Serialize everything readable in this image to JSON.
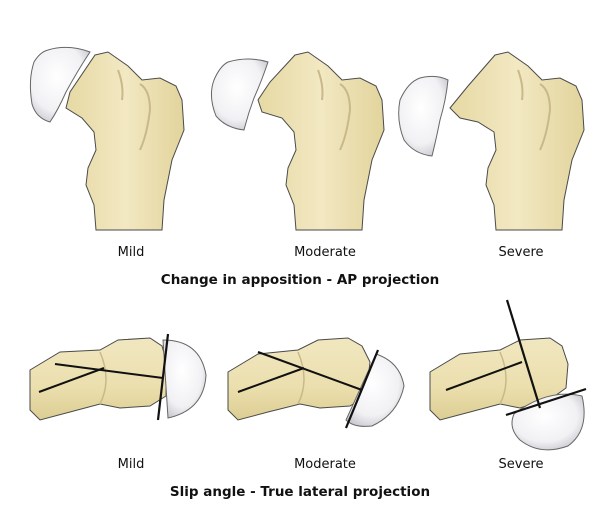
{
  "ap": {
    "labels": [
      "Mild",
      "Moderate",
      "Severe"
    ],
    "caption": "Change in apposition - AP projection"
  },
  "lateral": {
    "labels": [
      "Mild",
      "Moderate",
      "Severe"
    ],
    "caption": "Slip angle - True lateral projection"
  },
  "colors": {
    "bone": "#efe4b8",
    "bone_stroke": "#4a4a4a",
    "bone_shadow": "#dccf97",
    "epiphysis": "#f3f3f5",
    "epiphysis_shade": "#d9d9de",
    "line": "#111111"
  }
}
